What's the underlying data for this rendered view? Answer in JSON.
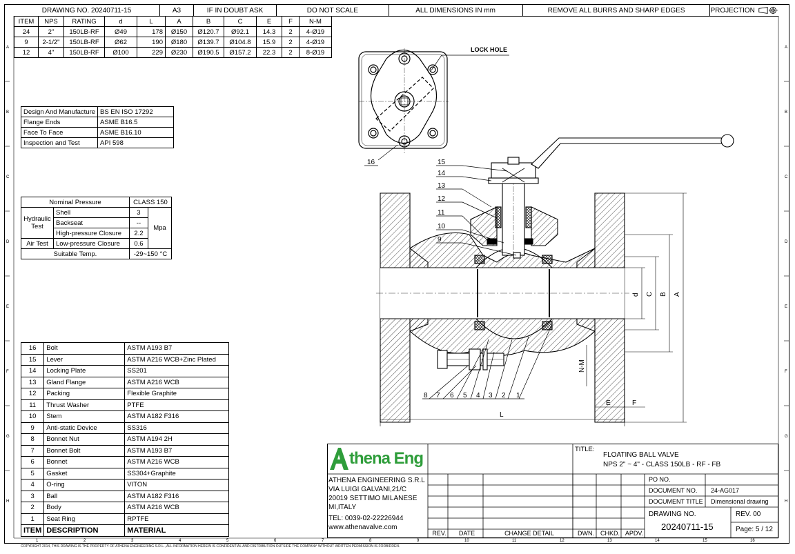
{
  "header": {
    "drawing_no": "DRAWING NO.  20240711-15",
    "size": "A3",
    "doubt": "IF IN DOUBT ASK",
    "scale": "DO NOT SCALE",
    "dimensions": "ALL DIMENSIONS IN mm",
    "burrs": "REMOVE ALL BURRS AND SHARP EDGES",
    "projection": "PROJECTION"
  },
  "size_table": {
    "headers": [
      "ITEM",
      "NPS",
      "RATING",
      "d",
      "L",
      "A",
      "B",
      "C",
      "E",
      "F",
      "N-M"
    ],
    "rows": [
      [
        "24",
        "2\"",
        "150LB-RF",
        "Ø49",
        "178",
        "Ø150",
        "Ø120.7",
        "Ø92.1",
        "14.3",
        "2",
        "4-Ø19"
      ],
      [
        "9",
        "2-1/2\"",
        "150LB-RF",
        "Ø62",
        "190",
        "Ø180",
        "Ø139.7",
        "Ø104.8",
        "15.9",
        "2",
        "4-Ø19"
      ],
      [
        "12",
        "4\"",
        "150LB-RF",
        "Ø100",
        "229",
        "Ø230",
        "Ø190.5",
        "Ø157.2",
        "22.3",
        "2",
        "8-Ø19"
      ]
    ]
  },
  "standards": [
    [
      "Design And Manufacture",
      "BS EN ISO 17292"
    ],
    [
      "Flange Ends",
      "ASME B16.5"
    ],
    [
      "Face To Face",
      "ASME B16.10"
    ],
    [
      "Inspection and Test",
      "API 598"
    ]
  ],
  "pressure": {
    "nominal_label": "Nominal Pressure",
    "nominal_value": "CLASS 150",
    "hydraulic_label": "Hydraulic Test",
    "shell": "Shell",
    "shell_value": "3",
    "backseat": "Backseat",
    "backseat_value": "--",
    "high": "High-pressure Closure",
    "high_value": "2.2",
    "unit": "Mpa",
    "air_label": "Air Test",
    "low": "Low-pressure Closure",
    "low_value": "0.6",
    "temp_label": "Suitable Temp.",
    "temp_value": "-29~150 °C"
  },
  "parts": [
    [
      "16",
      "Bolt",
      "ASTM A193 B7"
    ],
    [
      "15",
      "Lever",
      "ASTM A216 WCB+Zinc Plated"
    ],
    [
      "14",
      "Locking Plate",
      "SS201"
    ],
    [
      "13",
      "Gland Flange",
      "ASTM A216 WCB"
    ],
    [
      "12",
      "Packing",
      "Flexible Graphite"
    ],
    [
      "11",
      "Thrust Washer",
      "PTFE"
    ],
    [
      "10",
      "Stem",
      "ASTM A182 F316"
    ],
    [
      "9",
      "Anti-static Device",
      "SS316"
    ],
    [
      "8",
      "Bonnet Nut",
      "ASTM A194 2H"
    ],
    [
      "7",
      "Bonnet Bolt",
      "ASTM A193 B7"
    ],
    [
      "6",
      "Bonnet",
      "ASTM A216 WCB"
    ],
    [
      "5",
      "Gasket",
      "SS304+Graphite"
    ],
    [
      "4",
      "O-ring",
      "VITON"
    ],
    [
      "3",
      "Ball",
      "ASTM A182 F316"
    ],
    [
      "2",
      "Body",
      "ASTM A216 WCB"
    ],
    [
      "1",
      "Seat Ring",
      "RPTFE"
    ]
  ],
  "parts_header": [
    "ITEM",
    "DESCRIPTION",
    "MATERIAL"
  ],
  "drawing": {
    "lock_hole": "LOCK HOLE",
    "callouts_left": [
      "15",
      "14",
      "13",
      "12",
      "11",
      "10",
      "9"
    ],
    "callout_16": "16",
    "callouts_bottom": [
      "8",
      "7",
      "6",
      "5",
      "4",
      "3",
      "2",
      "1"
    ],
    "dims": [
      "d",
      "C",
      "B",
      "A",
      "L",
      "E",
      "F",
      "N-M"
    ]
  },
  "title_block": {
    "logo_text": "thena Eng",
    "logo_letter": "A",
    "company": [
      "ATHENA ENGINEERING S.R.L",
      "VIA LUIGI GALVANI,21/C",
      "20019 SETTIMO MILANESE",
      "MI,ITALY"
    ],
    "tel": "TEL: 0039-02-22226944",
    "web": "www.athenavalve.com",
    "title_label": "TITLE:",
    "title_line1": "FLOATING BALL VALVE",
    "title_line2": "NPS 2\" ~ 4\" - CLASS 150LB - RF - FB",
    "po_label": "PO NO.",
    "doc_no_label": "DOCUMENT NO.",
    "doc_no": "24-AG017",
    "doc_title_label": "DOCUMENT TITLE",
    "doc_title": "Dimensional drawing",
    "drawing_no_label": "DRAWING NO.",
    "drawing_no": "20240711-15",
    "rev_label": "REV. 00",
    "page": "Page: 5 / 12",
    "rev_cols": [
      "REV.",
      "DATE",
      "CHANGE DETAIL",
      "DWN.",
      "CHKD.",
      "APDV."
    ]
  },
  "zones_side": [
    "A",
    "B",
    "C",
    "D",
    "E",
    "F",
    "G",
    "H"
  ],
  "zones_bottom": [
    "1",
    "2",
    "3",
    "4",
    "5",
    "6",
    "7",
    "8",
    "9",
    "10",
    "11",
    "12",
    "13",
    "14",
    "15",
    "16"
  ],
  "footer": "COPYRIGHT 2014, THIS DRAWING IS THE PROPERTY OF ATHENA ENGINEERING S.R.L., ALL INFORMATION HEREIN IS CONFIDENTIAL AND DISTRIBUTION OUTSIDE THE COMPANY WITHOUT WRITTEN PERMISSION IS FORBIDDEN."
}
